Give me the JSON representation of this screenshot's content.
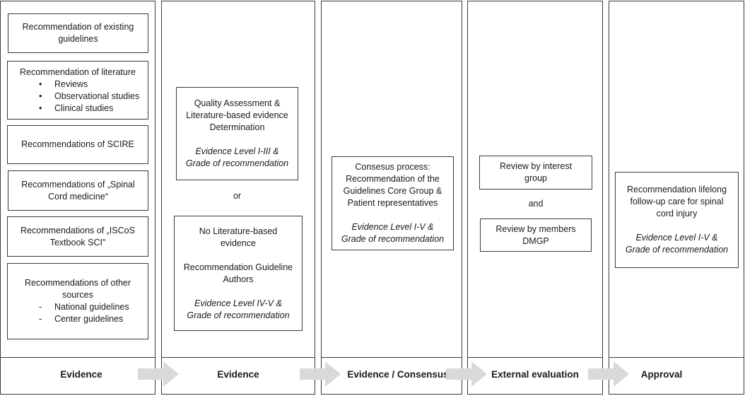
{
  "columns": [
    {
      "footer": "Evidence",
      "boxes": [
        {
          "lines": [
            "Recommendation of existing",
            "guidelines"
          ]
        },
        {
          "title": "Recommendation of literature",
          "bullets": [
            "Reviews",
            "Observational studies",
            "Clinical studies"
          ]
        },
        {
          "lines": [
            "Recommendations of SCIRE"
          ]
        },
        {
          "lines": [
            "Recommendations of „Spinal",
            "Cord medicine“"
          ]
        },
        {
          "lines": [
            "Recommendations of „ISCoS",
            "Textbook SCI\""
          ]
        },
        {
          "title_lines": [
            "Recommendations of other",
            "sources"
          ],
          "dashes": [
            "National guidelines",
            "Center guidelines"
          ]
        }
      ]
    },
    {
      "footer": "Evidence",
      "box_a": {
        "lines": [
          "Quality Assessment &",
          "Literature-based evidence",
          "Determination"
        ],
        "italic": [
          "Evidence Level I-III &",
          "Grade of recommendation"
        ]
      },
      "connector": "or",
      "box_b": {
        "lines": [
          "No Literature-based",
          "evidence"
        ],
        "lines2": [
          "Recommendation Guideline",
          "Authors"
        ],
        "italic": [
          "Evidence Level IV-V &",
          "Grade of recommendation"
        ]
      }
    },
    {
      "footer": "Evidence / Consensus",
      "box": {
        "lines": [
          "Consesus process:",
          "Recommendation of the",
          "Guidelines Core Group &",
          "Patient representatives"
        ],
        "italic": [
          "Evidence Level I-V &",
          "Grade of recommendation"
        ]
      }
    },
    {
      "footer": "External evaluation",
      "box_a": {
        "lines": [
          "Review by interest",
          "group"
        ]
      },
      "connector": "and",
      "box_b": {
        "lines": [
          "Review by members",
          "DMGP"
        ]
      }
    },
    {
      "footer": "Approval",
      "box": {
        "lines": [
          "Recommendation lifelong",
          "follow-up care for spinal",
          "cord injury"
        ],
        "italic": [
          "Evidence Level I-V &",
          "Grade of recommendation"
        ]
      }
    }
  ],
  "colors": {
    "border": "#3a3a3a",
    "arrow": "#d9d9d9"
  }
}
